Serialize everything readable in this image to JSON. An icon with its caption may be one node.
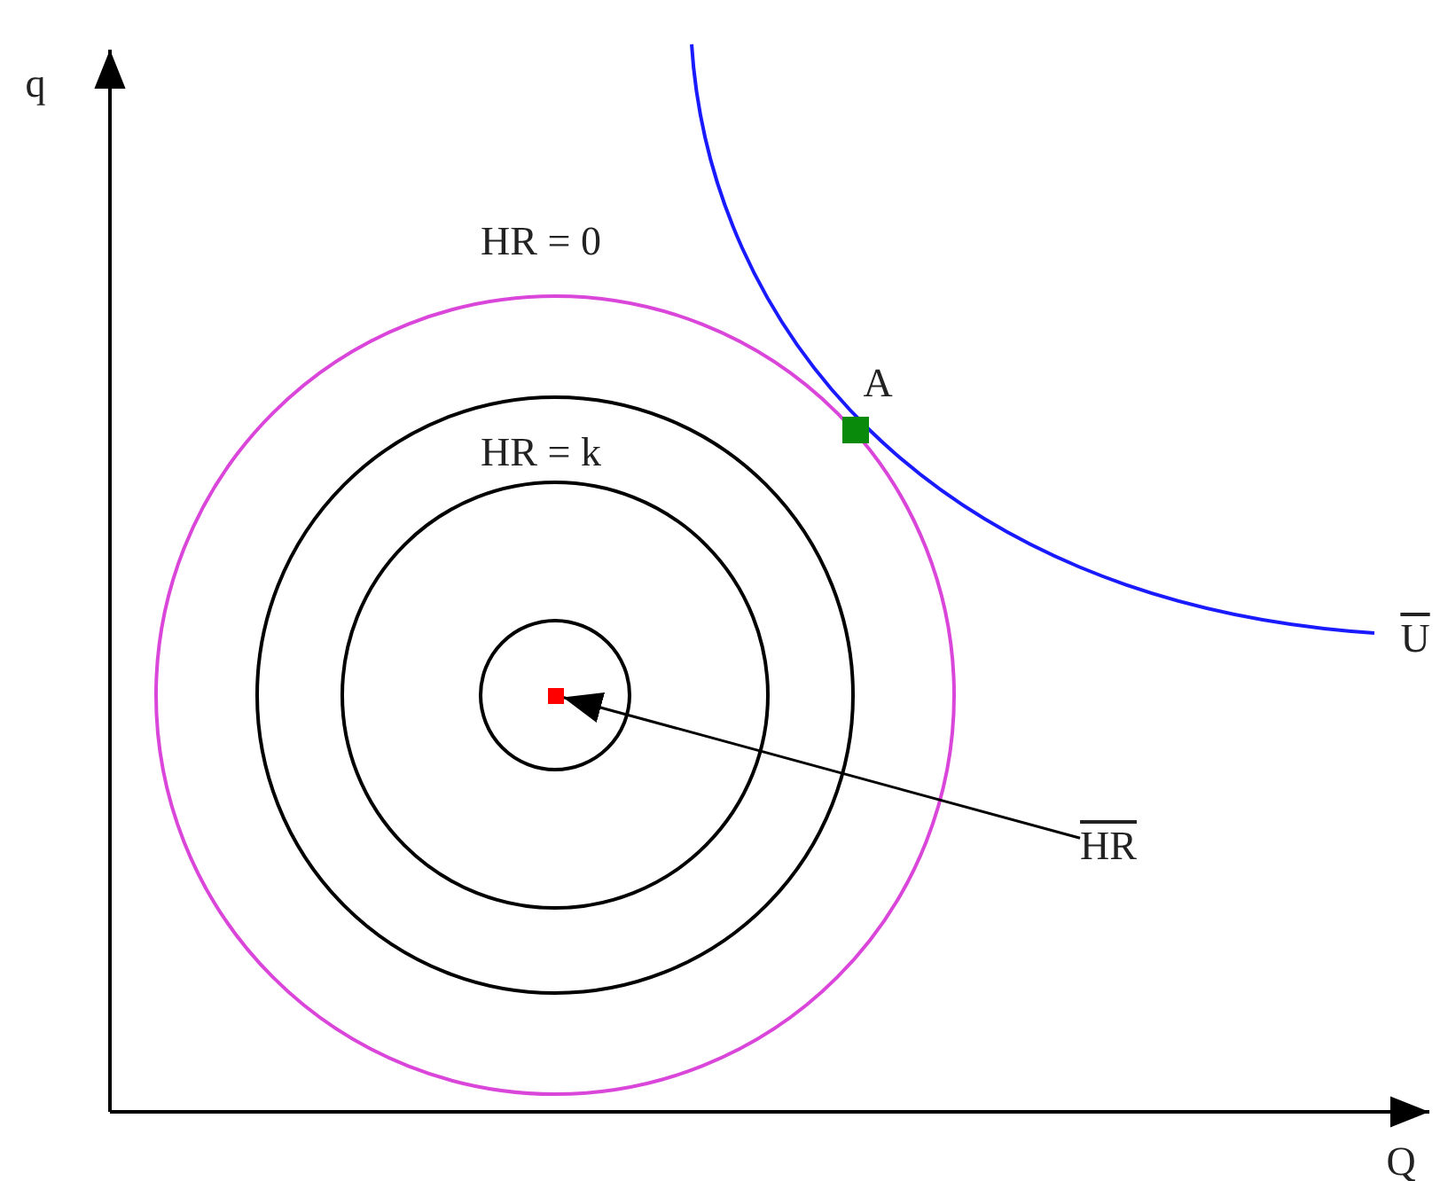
{
  "diagram": {
    "nodes": [
      {
        "text": [
          "HR"
        ]
      },
      {
        "text": [],
        "shape": "box"
      }
    ],
    "edges": [
      {
        "from": 0,
        "to": 1,
        "arrow": "to"
      }
    ],
    "labels": [
      "q",
      "HR = 0",
      "A",
      "HR = k",
      "U",
      "Q"
    ]
  }
}
